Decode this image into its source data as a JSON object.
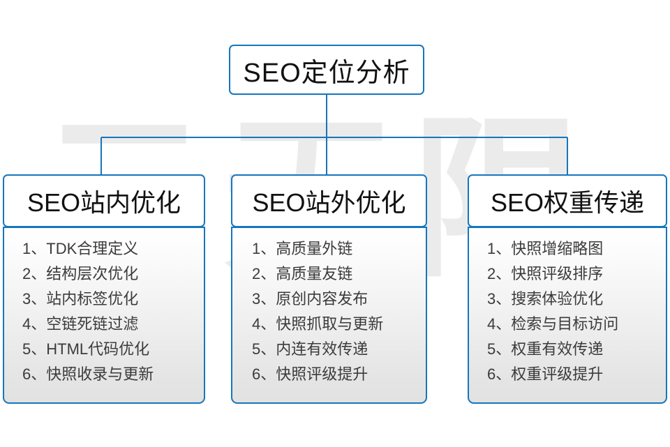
{
  "watermark": {
    "text": "云无限"
  },
  "colors": {
    "border_blue": "#1576bc",
    "connector_blue": "#1576bc",
    "text_dark": "#111111",
    "list_text": "#3b3b3b",
    "watermark_gray": "#ebebeb",
    "body_gradient_top": "#ffffff",
    "body_gradient_bottom": "#e2e2e2"
  },
  "root": {
    "title": "SEO定位分析"
  },
  "columns": [
    {
      "header": "SEO站内优化",
      "items": [
        {
          "index": "1、",
          "text": "TDK合理定义"
        },
        {
          "index": "2、",
          "text": "结构层次优化"
        },
        {
          "index": "3、",
          "text": "站内标签优化"
        },
        {
          "index": "4、",
          "text": "空链死链过滤"
        },
        {
          "index": "5、",
          "text": "HTML代码优化"
        },
        {
          "index": "6、",
          "text": "快照收录与更新"
        }
      ]
    },
    {
      "header": "SEO站外优化",
      "items": [
        {
          "index": "1、",
          "text": "高质量外链"
        },
        {
          "index": "2、",
          "text": "高质量友链"
        },
        {
          "index": "3、",
          "text": "原创内容发布"
        },
        {
          "index": "4、",
          "text": "快照抓取与更新"
        },
        {
          "index": "5、",
          "text": "内连有效传递"
        },
        {
          "index": "6、",
          "text": "快照评级提升"
        }
      ]
    },
    {
      "header": "SEO权重传递",
      "items": [
        {
          "index": "1、",
          "text": "快照增缩略图"
        },
        {
          "index": "2、",
          "text": "快照评级排序"
        },
        {
          "index": "3、",
          "text": "搜索体验优化"
        },
        {
          "index": "4、",
          "text": "检索与目标访问"
        },
        {
          "index": "5、",
          "text": "权重有效传递"
        },
        {
          "index": "6、",
          "text": "权重评级提升"
        }
      ]
    }
  ]
}
